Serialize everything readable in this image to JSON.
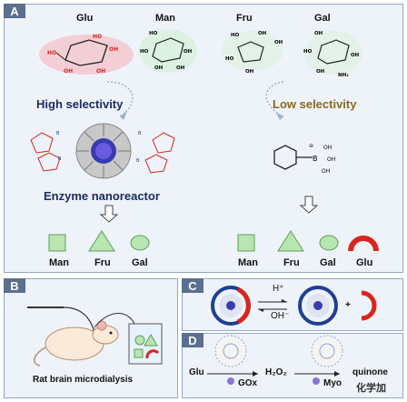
{
  "panels": {
    "a": {
      "tag": "A"
    },
    "b": {
      "tag": "B",
      "caption": "Rat brain microdialysis"
    },
    "c": {
      "tag": "C",
      "h_plus": "H⁺",
      "oh_minus": "OH⁻",
      "plus": "+"
    },
    "d": {
      "tag": "D",
      "glu": "Glu",
      "gox": "GOx",
      "h2o2": "H₂O₂",
      "myo": "Myo",
      "quinone": "quinone"
    }
  },
  "sugars_top": [
    "Glu",
    "Man",
    "Fru",
    "Gal"
  ],
  "left_path": {
    "title": "High selectivity",
    "reactor": "Enzyme nanoreactor",
    "results": [
      "Man",
      "Fru",
      "Gal"
    ]
  },
  "right_path": {
    "title": "Low selectivity",
    "results": [
      "Man",
      "Fru",
      "Gal",
      "Glu"
    ]
  },
  "watermark": "化学加",
  "colors": {
    "shape_fill": "#b8e6b0",
    "shape_stroke": "#5e9c5a",
    "red": "#d8261f",
    "blue": "#1f3f95",
    "tag_bg": "#5b6f8e"
  }
}
